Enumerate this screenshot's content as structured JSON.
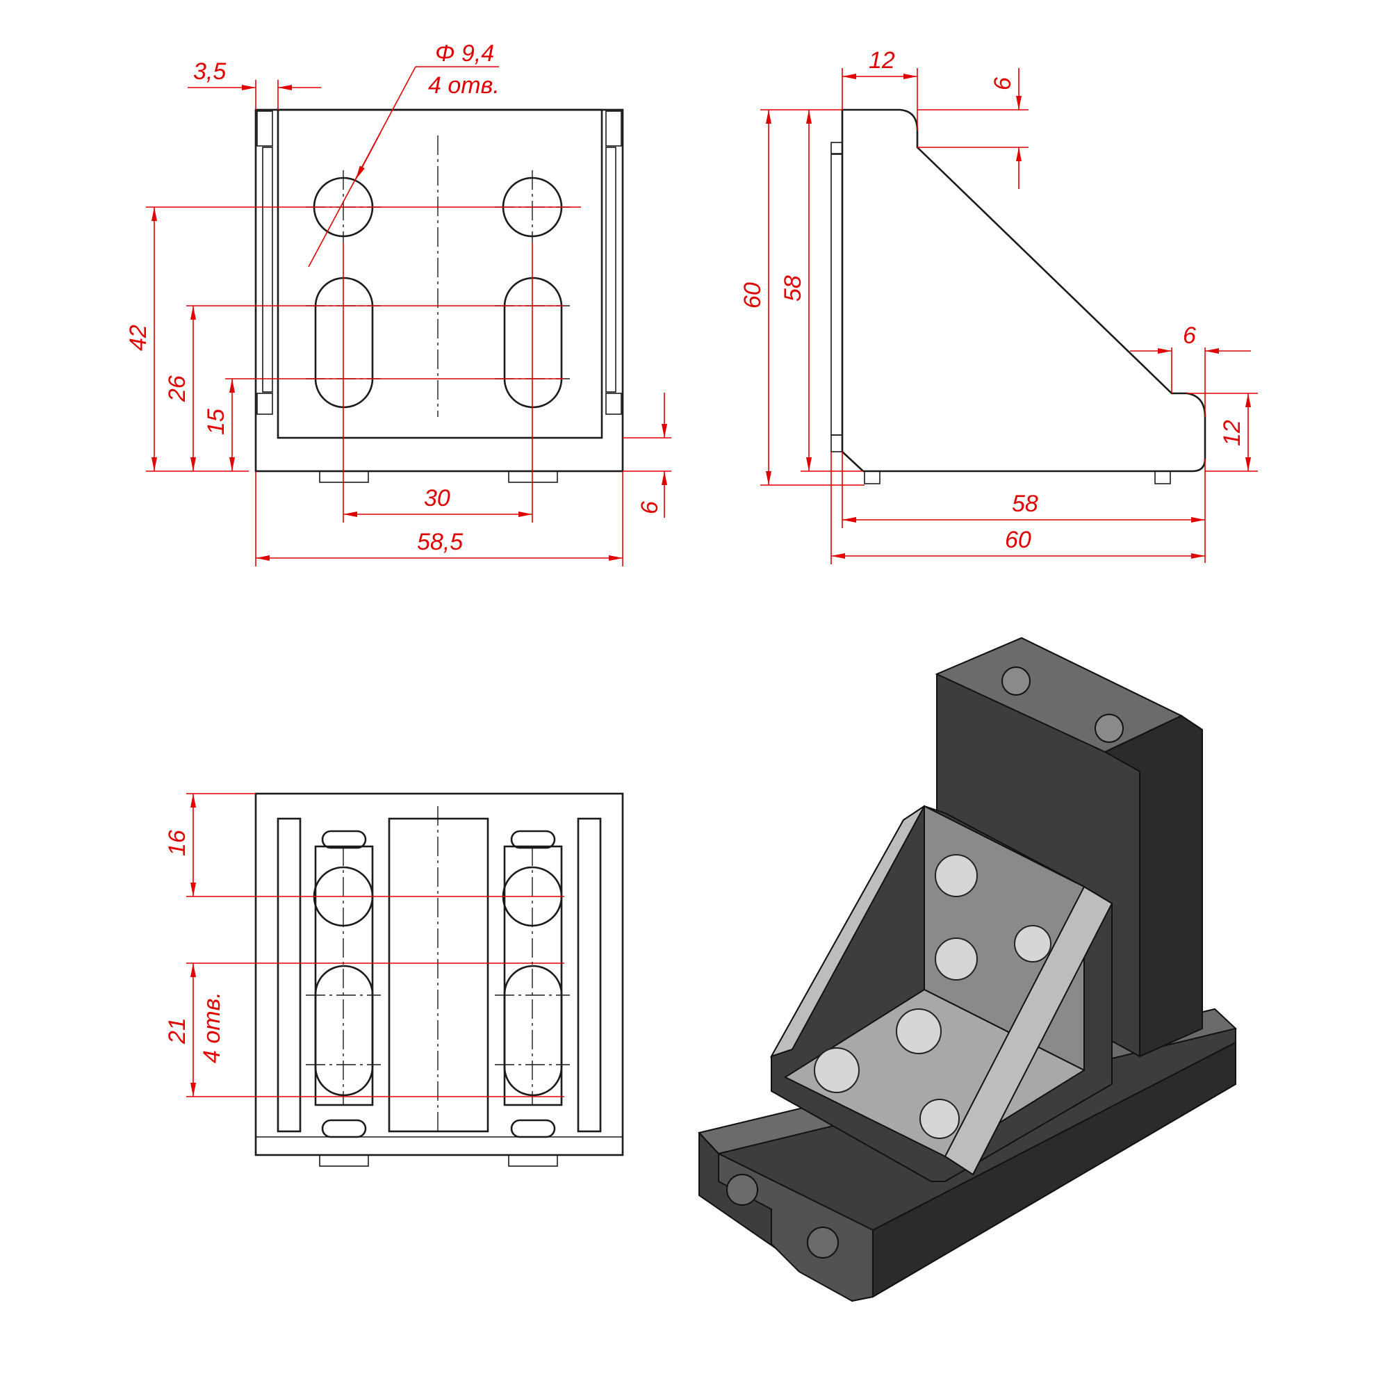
{
  "colors": {
    "dimension": "#e00000",
    "outline": "#1a1a1a",
    "render_dark": "#3d3d3d",
    "render_mid": "#6b6b6b",
    "render_light": "#a8a8a8"
  },
  "front_view": {
    "dim_hole_diameter": "Φ 9,4",
    "dim_hole_count": "4 отв.",
    "dim_side_thickness": "3,5",
    "dim_height_42": "42",
    "dim_height_26": "26",
    "dim_height_15": "15",
    "dim_bottom_6": "6",
    "dim_hole_spacing": "30",
    "dim_overall_width": "58,5"
  },
  "side_view": {
    "dim_top_12": "12",
    "dim_top_6": "6",
    "dim_height_60": "60",
    "dim_height_58": "58",
    "dim_right_6": "6",
    "dim_right_12": "12",
    "dim_base_58": "58",
    "dim_base_60": "60"
  },
  "bottom_view": {
    "dim_16": "16",
    "dim_21": "21",
    "dim_slot_count": "4 отв."
  },
  "isometric_render": {
    "icon": "corner-bracket-assembly-icon"
  }
}
